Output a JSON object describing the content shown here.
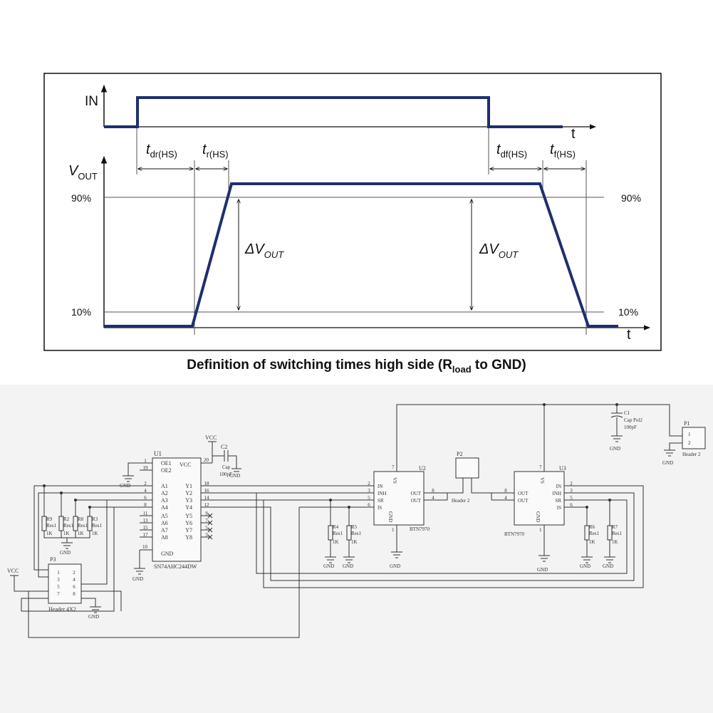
{
  "timing_diagram": {
    "in_label": "IN",
    "vout_label_main": "V",
    "vout_label_sub": "OUT",
    "t_axis_label": "t",
    "level_90_left": "90%",
    "level_90_right": "90%",
    "level_10_left": "10%",
    "level_10_right": "10%",
    "delta_vout_left_main": "ΔV",
    "delta_vout_left_sub": "OUT",
    "delta_vout_right_main": "ΔV",
    "delta_vout_right_sub": "OUT",
    "t_dr": {
      "main": "t",
      "sub": "dr(HS)"
    },
    "t_r": {
      "main": "t",
      "sub": "r(HS)"
    },
    "t_df": {
      "main": "t",
      "sub": "df(HS)"
    },
    "t_f": {
      "main": "t",
      "sub": "f(HS)"
    },
    "waveform_color": "#1f2f6e"
  },
  "caption": {
    "text_before": "Definition of switching times high side (R",
    "sub": "load",
    "text_after": " to GND)"
  },
  "schematic": {
    "u1": {
      "ref": "U1",
      "part": "SN74AHC244DW",
      "vcc": "VCC",
      "gnd": "GND",
      "left_pins": [
        {
          "num": "1",
          "name": "OE1"
        },
        {
          "num": "19",
          "name": "OE2"
        },
        {
          "num": "2",
          "name": "A1"
        },
        {
          "num": "4",
          "name": "A2"
        },
        {
          "num": "6",
          "name": "A3"
        },
        {
          "num": "8",
          "name": "A4"
        },
        {
          "num": "11",
          "name": "A5"
        },
        {
          "num": "13",
          "name": "A6"
        },
        {
          "num": "15",
          "name": "A7"
        },
        {
          "num": "17",
          "name": "A8"
        }
      ],
      "right_pins": [
        {
          "num": "18",
          "name": "Y1"
        },
        {
          "num": "16",
          "name": "Y2"
        },
        {
          "num": "14",
          "name": "Y3"
        },
        {
          "num": "12",
          "name": "Y4"
        },
        {
          "num": "9",
          "name": "Y5"
        },
        {
          "num": "7",
          "name": "Y6"
        },
        {
          "num": "5",
          "name": "Y7"
        },
        {
          "num": "3",
          "name": "Y8"
        }
      ],
      "pin_vcc": "20",
      "pin_gnd": "10"
    },
    "c2": {
      "ref": "C2",
      "value": "Cap",
      "value2": "100pF"
    },
    "vcc_top": "VCC",
    "vcc_left": "VCC",
    "resistors_left": [
      {
        "ref": "R9",
        "type": "Res1",
        "value": "1K"
      },
      {
        "ref": "R2",
        "type": "Res1",
        "value": "1K"
      },
      {
        "ref": "R8",
        "type": "Res1",
        "value": "1K"
      },
      {
        "ref": "R3",
        "type": "Res1",
        "value": "1K"
      }
    ],
    "gnd_label": "GND",
    "p3": {
      "ref": "P3",
      "part": "Header 4X2",
      "pins_left": [
        "1",
        "3",
        "5",
        "7"
      ],
      "pins_right": [
        "2",
        "4",
        "6",
        "8"
      ]
    },
    "u2": {
      "ref": "U2",
      "part": "BTN7970",
      "left_pins": [
        {
          "num": "2",
          "name": "IN"
        },
        {
          "num": "3",
          "name": "INH"
        },
        {
          "num": "5",
          "name": "SR"
        },
        {
          "num": "6",
          "name": "IS"
        }
      ],
      "right_pins": [
        {
          "num": "8",
          "name": "OUT"
        },
        {
          "num": "4",
          "name": "OUT"
        }
      ],
      "vs": "VS",
      "gnd": "GND",
      "pin_vs": "7",
      "pin_gnd": "1"
    },
    "u3": {
      "ref": "U3",
      "part": "BTN7970",
      "right_pins": [
        {
          "num": "2",
          "name": "IN"
        },
        {
          "num": "3",
          "name": "INH"
        },
        {
          "num": "5",
          "name": "SR"
        },
        {
          "num": "6",
          "name": "IS"
        }
      ],
      "left_pins": [
        {
          "num": "8",
          "name": "OUT"
        },
        {
          "num": "4",
          "name": "OUT"
        }
      ],
      "vs": "VS",
      "gnd": "GND",
      "pin_vs": "7",
      "pin_gnd": "1"
    },
    "r4": {
      "ref": "R4",
      "type": "Res1",
      "value": "1K"
    },
    "r5": {
      "ref": "R5",
      "type": "Res1",
      "value": "1K"
    },
    "r6": {
      "ref": "R6",
      "type": "Res1",
      "value": "1K"
    },
    "r7": {
      "ref": "R7",
      "type": "Res1",
      "value": "1K"
    },
    "p2": {
      "ref": "P2",
      "part": "Header 2"
    },
    "p1": {
      "ref": "P1",
      "part": "Header 2",
      "pins": [
        "1",
        "2"
      ]
    },
    "c1": {
      "ref": "C1",
      "value": "Cap Pol2",
      "value2": "100pF"
    }
  }
}
